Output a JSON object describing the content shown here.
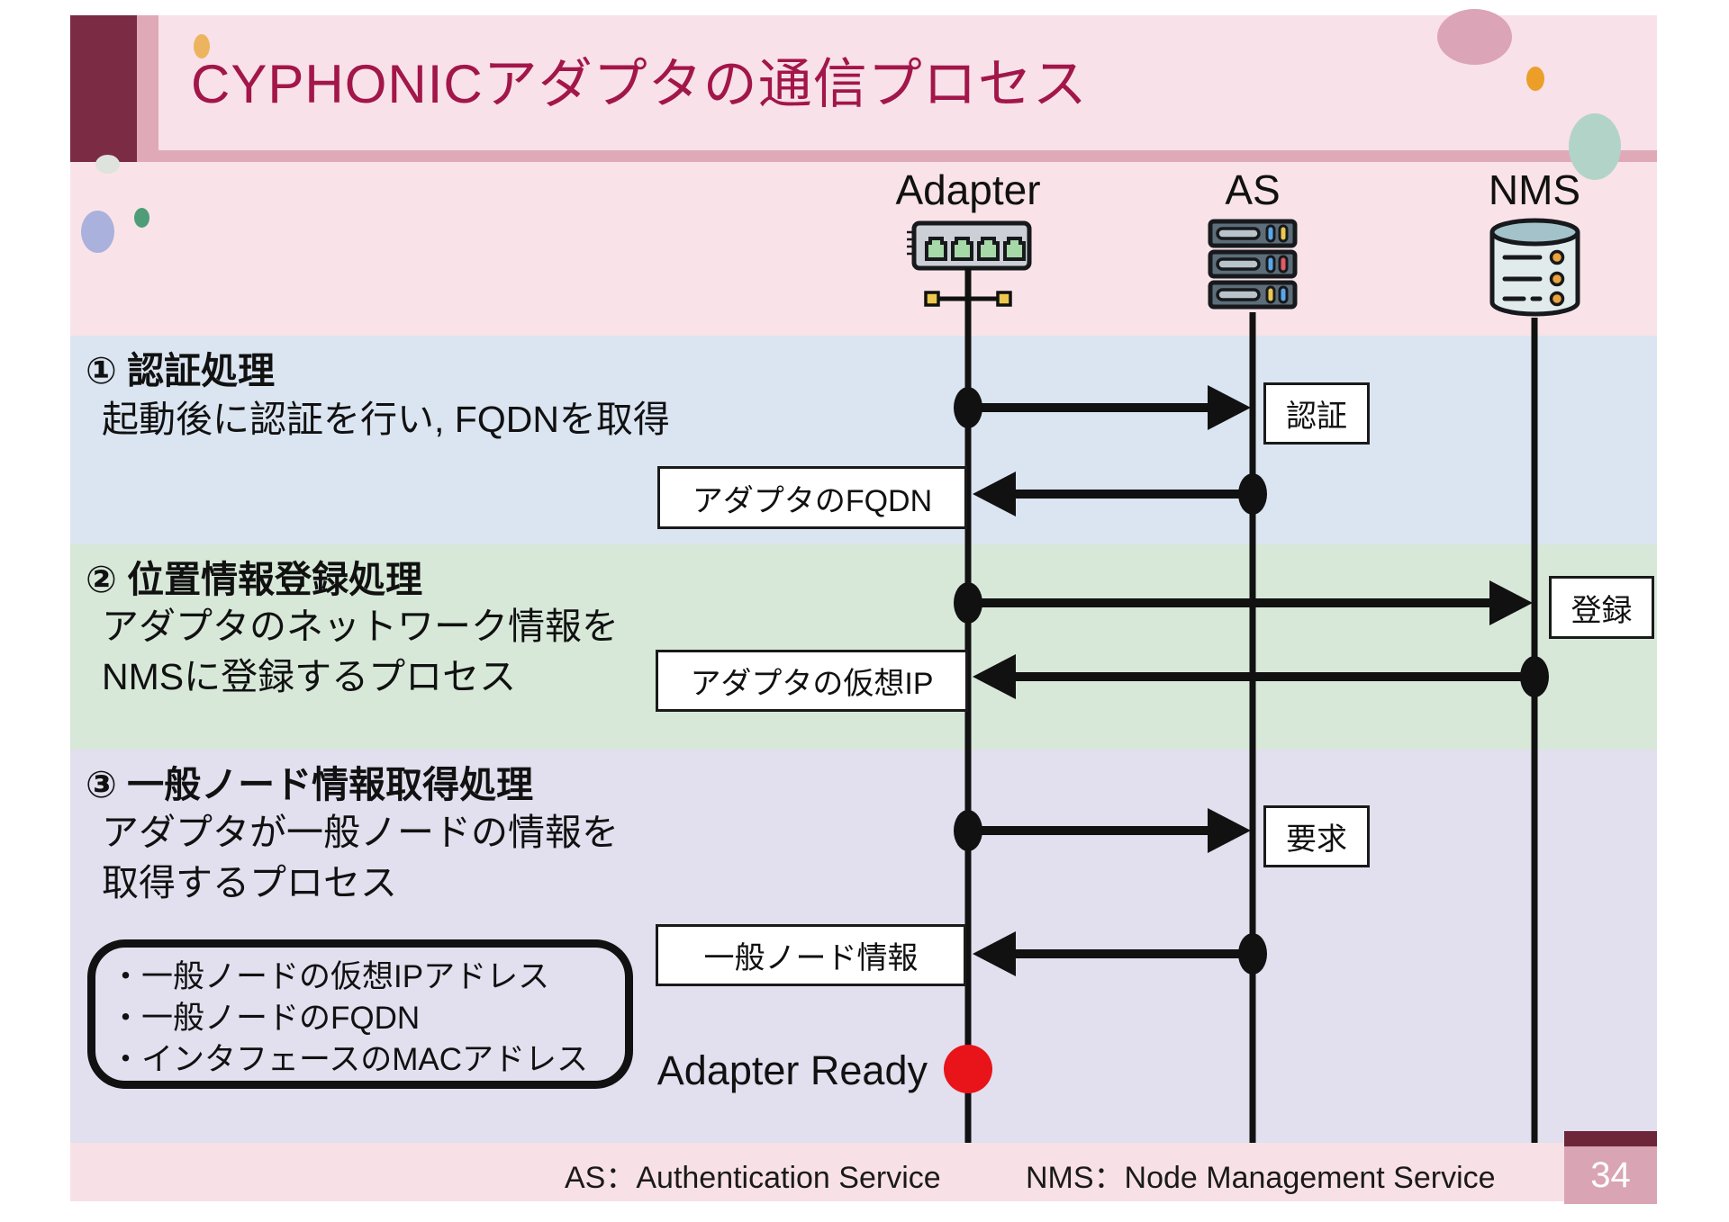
{
  "slide": {
    "title": "CYPHONICアダプタの通信プロセス",
    "page_number": "34"
  },
  "lifelines": [
    {
      "label": "Adapter",
      "icon": "network-switch-icon"
    },
    {
      "label": "AS",
      "icon": "server-stack-icon"
    },
    {
      "label": "NMS",
      "icon": "database-icon"
    }
  ],
  "bands": [
    {
      "heading": "① 認証処理",
      "lines": [
        "起動後に認証を行い, FQDNを取得"
      ]
    },
    {
      "heading": "② 位置情報登録処理",
      "lines": [
        "アダプタのネットワーク情報を",
        "NMSに登録するプロセス"
      ]
    },
    {
      "heading": "③ 一般ノード情報取得処理",
      "lines": [
        "アダプタが一般ノードの情報を",
        "取得するプロセス"
      ]
    }
  ],
  "messages": [
    {
      "label": "認証",
      "from": "Adapter",
      "to": "AS"
    },
    {
      "label": "アダプタのFQDN",
      "from": "AS",
      "to": "Adapter"
    },
    {
      "label": "登録",
      "from": "Adapter",
      "to": "NMS"
    },
    {
      "label": "アダプタの仮想IP",
      "from": "NMS",
      "to": "Adapter"
    },
    {
      "label": "要求",
      "from": "Adapter",
      "to": "AS"
    },
    {
      "label": "一般ノード情報",
      "from": "AS",
      "to": "Adapter"
    }
  ],
  "note_box": {
    "items": [
      "・一般ノードの仮想IPアドレス",
      "・一般ノードのFQDN",
      "・インタフェースのMACアドレス"
    ]
  },
  "ready_label": "Adapter Ready",
  "footer": {
    "as_def": "AS：Authentication Service",
    "nms_def": "NMS：Node Management Service"
  },
  "colors": {
    "title_text": "#a21649",
    "title_bg": "#f8e1e8",
    "maroon_block": "#7c2b44",
    "mauve_strip": "#dfa9b8",
    "band_auth_blue": "#dbe5f1",
    "band_register_green": "#d7e8d9",
    "band_acquire_purple": "#e2dfee",
    "footer_strip": "#f8e1e6",
    "page_bar": "#6d2639",
    "page_box": "#d9a4b3",
    "ready_dot_red": "#e8141a",
    "diagram_black": "#111111"
  }
}
